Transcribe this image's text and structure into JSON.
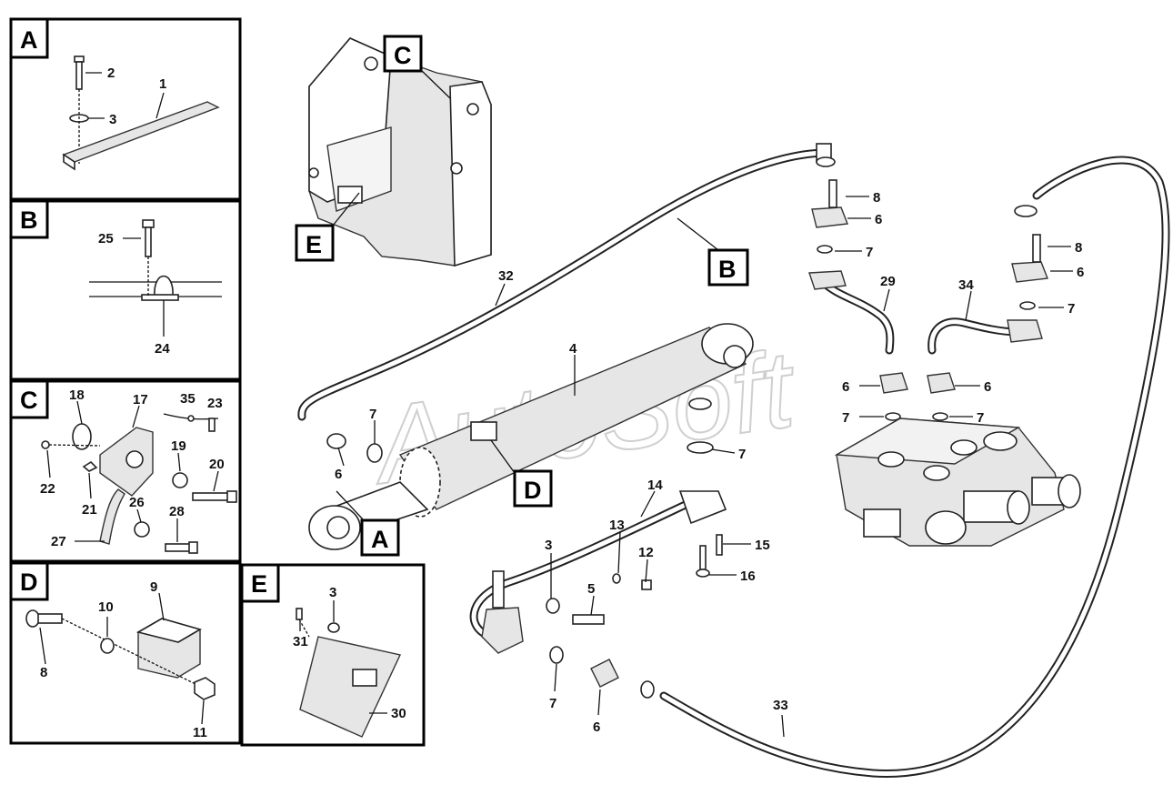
{
  "watermark": "AutoSoft",
  "panels": [
    {
      "id": "A",
      "letter": "A",
      "labels": [
        "1",
        "2",
        "3"
      ]
    },
    {
      "id": "B",
      "letter": "B",
      "labels": [
        "25",
        "24"
      ]
    },
    {
      "id": "C",
      "letter": "C",
      "labels": [
        "18",
        "17",
        "35",
        "23",
        "19",
        "20",
        "22",
        "21",
        "26",
        "28",
        "27"
      ]
    },
    {
      "id": "D",
      "letter": "D",
      "labels": [
        "9",
        "10",
        "8",
        "11"
      ]
    },
    {
      "id": "E",
      "letter": "E",
      "labels": [
        "3",
        "31",
        "30"
      ]
    }
  ],
  "callouts": {
    "frame_c": "C",
    "frame_e": "E",
    "hose_b": "B",
    "cyl_d": "D",
    "cyl_a": "A"
  },
  "parts": {
    "p32": "32",
    "p4": "4",
    "p7a": "7",
    "p6a": "6",
    "p7b": "7",
    "p14": "14",
    "p13": "13",
    "p12": "12",
    "p3": "3",
    "p5": "5",
    "p15": "15",
    "p16": "16",
    "p7c": "7",
    "p6b": "6",
    "p33": "33",
    "p8a": "8",
    "p6c": "6",
    "p7d": "7",
    "p29": "29",
    "p34": "34",
    "p8b": "8",
    "p6d": "6",
    "p7e": "7",
    "p6e": "6",
    "p6f": "6",
    "p7f": "7",
    "p7g": "7"
  }
}
